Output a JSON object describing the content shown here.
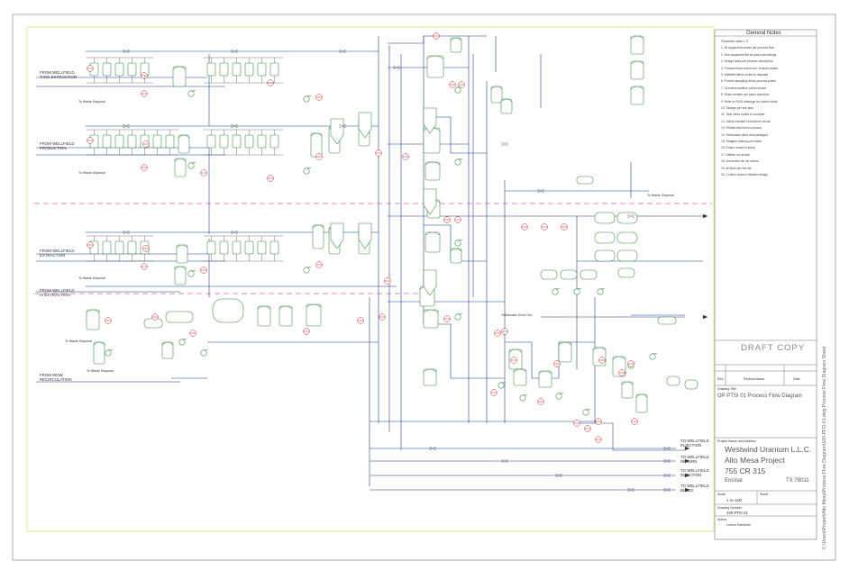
{
  "drawing": {
    "general_notes_title": "General Notes",
    "general_notes": [
      "Flowsheet notes 1-3",
      "1. All equipment shown per process flow",
      "2. See equipment list for sizes and ratings",
      "3. Design basis per process description",
      "4. Process flows shown are nominal values",
      "5. Wellfield bleed routed to disposal",
      "6. Provide sampling at key process points",
      "7. Chemical addition points shown",
      "8. Resin transfer per batch operation",
      "9. Refer to P&ID drawings for control detail",
      "10. Storage per site plan",
      "11. Tank vents routed to scrubber",
      "12. Solids handled in thickener circuit",
      "13. Filtrate returned to process",
      "14. Yellowcake dried and packaged",
      "15. Reagent makeup per batch",
      "16. Drains routed to sump",
      "17. Utilities not shown",
      "18. Instrument air not shown",
      "19. All lines per line list",
      "20. Confirm sizes in detailed design"
    ],
    "draft_copy": "DRAFT COPY",
    "revision": {
      "col_rev": "Rev",
      "col_description": "Revision/Issue",
      "col_date": "Date"
    },
    "drawing_title_label": "Drawing Title",
    "drawing_title": "OP PTSI 01 Process Flow Diagram",
    "project_label": "Project Name and Address",
    "company": "Westwind Uranium L.L.C.",
    "project": "Alto Mesa Project",
    "address": "755 CR 315",
    "location": "Encinal",
    "state_zip": "TX 78011",
    "scale_label": "Scale",
    "scale": "1 in=100",
    "sheet_label": "Sheet",
    "drawing_number_label": "Drawing Number",
    "drawing_number": "100-PFD-01",
    "author_label": "Author",
    "author": "Lorenz Kaminski",
    "side_path": "C:\\Users\\Project\\Alto Mesa\\Process Flow Diagram\\100-PFD-01.dwg  Process Flow Diagram Sheet"
  },
  "left_labels": [
    {
      "main": "FROM WELLFIELD",
      "sub": "TANK EXTRACTION"
    },
    {
      "main": "FROM WELLFIELD",
      "sub": "PRODUCTION"
    },
    {
      "main": "FROM WELLFIELD",
      "sub": "EXTRACTION"
    },
    {
      "main": "FROM WELLFIELD",
      "sub": "IX EXTRACTION"
    },
    {
      "main": "FROM WDW",
      "sub": "RECIRCULATION"
    }
  ],
  "right_labels": [
    {
      "main": "TO WELLFIELD",
      "sub": "INJECTION"
    },
    {
      "main": "TO WELLFIELD",
      "sub": "RETURN"
    },
    {
      "main": "TO WELLFIELD",
      "sub": "INJECTION"
    },
    {
      "main": "TO WELLFIELD",
      "sub": "BLEED"
    }
  ],
  "small_labels": [
    "To Waste Disposal",
    "To Waste Disposal",
    "To Waste Disposal",
    "To Waste Disposal",
    "To Waste Disposal",
    "To Waste Disposal",
    "Yellowcake Drum Out"
  ],
  "colors": {
    "process_line": "#1f3f9e",
    "equipment": "#2f8a3a",
    "instrument": "#cc2020",
    "guide_dash": "#e58ab0",
    "border": "#999999",
    "inner_border": "#d7d73a"
  }
}
